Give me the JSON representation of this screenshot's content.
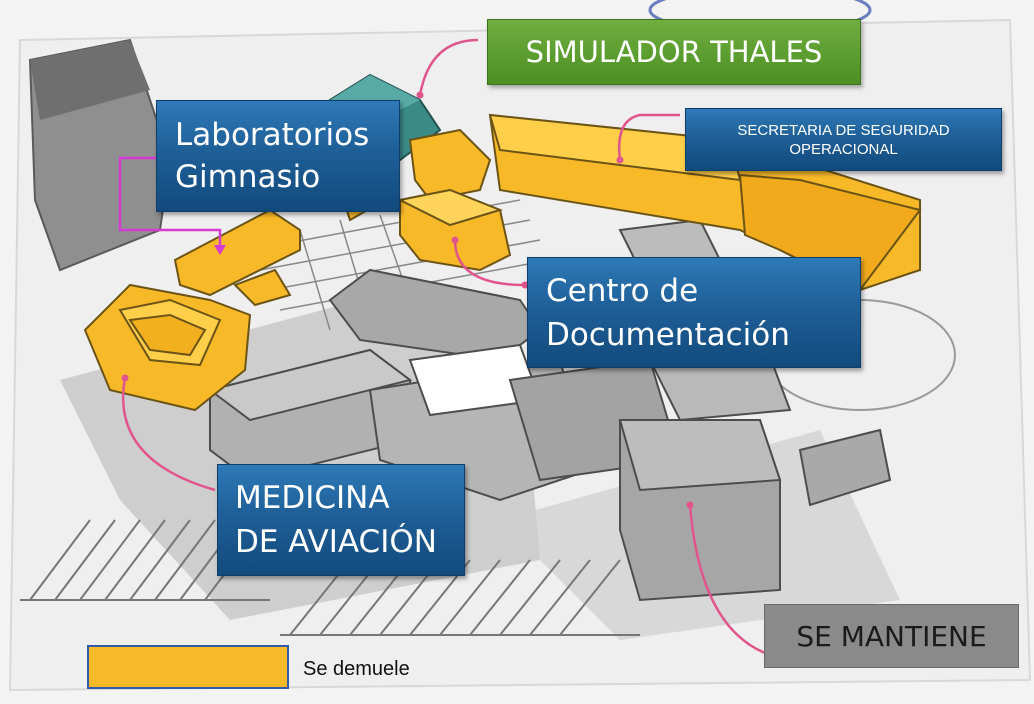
{
  "labels": {
    "simulador": "SIMULADOR THALES",
    "laboratorios_line1": "Laboratorios",
    "laboratorios_line2": "Gimnasio",
    "secretaria_line1": "SECRETARIA DE SEGURIDAD",
    "secretaria_line2": "OPERACIONAL",
    "centro_line1": "Centro de",
    "centro_line2": "Documentación",
    "medicina_line1": "MEDICINA",
    "medicina_line2": "DE AVIACIÓN",
    "se_mantiene": "SE MANTIENE"
  },
  "legend": {
    "demolish_label": "Se demuele"
  },
  "colors": {
    "demolish_yellow": "#f8b928",
    "kept_gray": "#a9a9a9",
    "label_blue": "#1f5f98",
    "label_green": "#4d8f24",
    "leader_pink": "#e0568c",
    "leader_magenta": "#d43bd0",
    "simulator_teal": "#3a8a88"
  }
}
